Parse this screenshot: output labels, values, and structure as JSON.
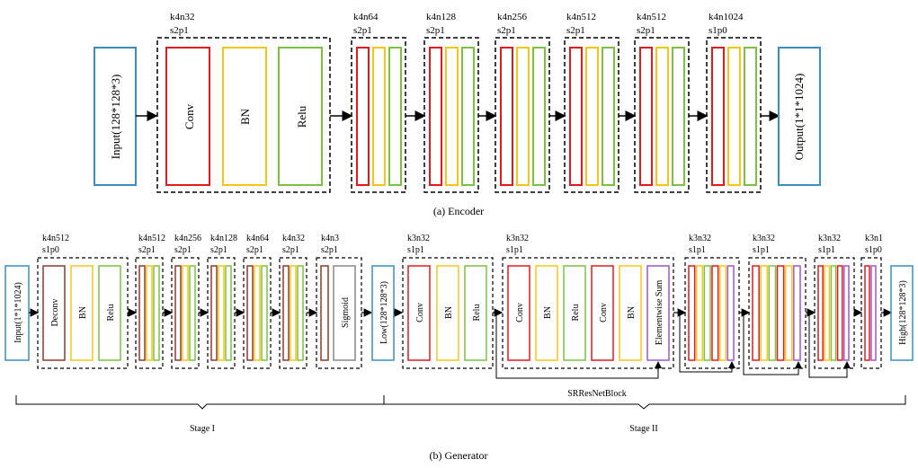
{
  "encoder": {
    "input": "Input(128*128*3)",
    "output": "Output(1*1*1024)",
    "caption": "(a) Encoder",
    "stages": [
      {
        "k": "k4n32",
        "s": "s2p1",
        "blocks": [
          "Conv",
          "BN",
          "Relu"
        ]
      },
      {
        "k": "k4n64",
        "s": "s2p1"
      },
      {
        "k": "k4n128",
        "s": "s2p1"
      },
      {
        "k": "k4n256",
        "s": "s2p1"
      },
      {
        "k": "k4n512",
        "s": "s2p1"
      },
      {
        "k": "k4n512",
        "s": "s2p1"
      },
      {
        "k": "k4n1024",
        "s": "s1p0"
      }
    ]
  },
  "generator": {
    "input": "Input(1*1*1024)",
    "low": "Low(128*128*3)",
    "high": "High(128*128*3)",
    "caption": "(b) Generator",
    "stage1_label": "Stage I",
    "stage2_label": "Stage II",
    "srres_label": "SRResNetBlock",
    "stage1": [
      {
        "k": "k4n512",
        "s": "s1p0",
        "blocks": [
          "Deconv",
          "BN",
          "Relu"
        ]
      },
      {
        "k": "k4n512",
        "s": "s2p1"
      },
      {
        "k": "k4n256",
        "s": "s2p1"
      },
      {
        "k": "k4n128",
        "s": "s2p1"
      },
      {
        "k": "k4n64",
        "s": "s2p1"
      },
      {
        "k": "k4n32",
        "s": "s2p1"
      },
      {
        "k": "k4n3",
        "s": "s2p1",
        "blocks": [
          "Sigmoid"
        ]
      }
    ],
    "stage2": [
      {
        "k": "k3n32",
        "s": "s1p1",
        "blocks": [
          "Conv",
          "BN",
          "Relu"
        ]
      },
      {
        "k": "k3n32",
        "s": "s1p1",
        "blocks": [
          "Conv",
          "BN",
          "Relu",
          "Conv",
          "BN",
          "Elementwise Sum"
        ]
      },
      {
        "k": "k3n32",
        "s": "s1p1"
      },
      {
        "k": "k3n32",
        "s": "s1p1"
      },
      {
        "k": "k3n32",
        "s": "s1p1"
      },
      {
        "k": "k3n1",
        "s": "s1p0"
      }
    ]
  },
  "colors": {
    "conv": "#e41a1c",
    "bn": "#f5c518",
    "relu": "#7cc242",
    "io": "#3a8fc0",
    "deconv": "#8b3a2e",
    "sigmoid": "#888888",
    "sum": "#9b59d0"
  }
}
